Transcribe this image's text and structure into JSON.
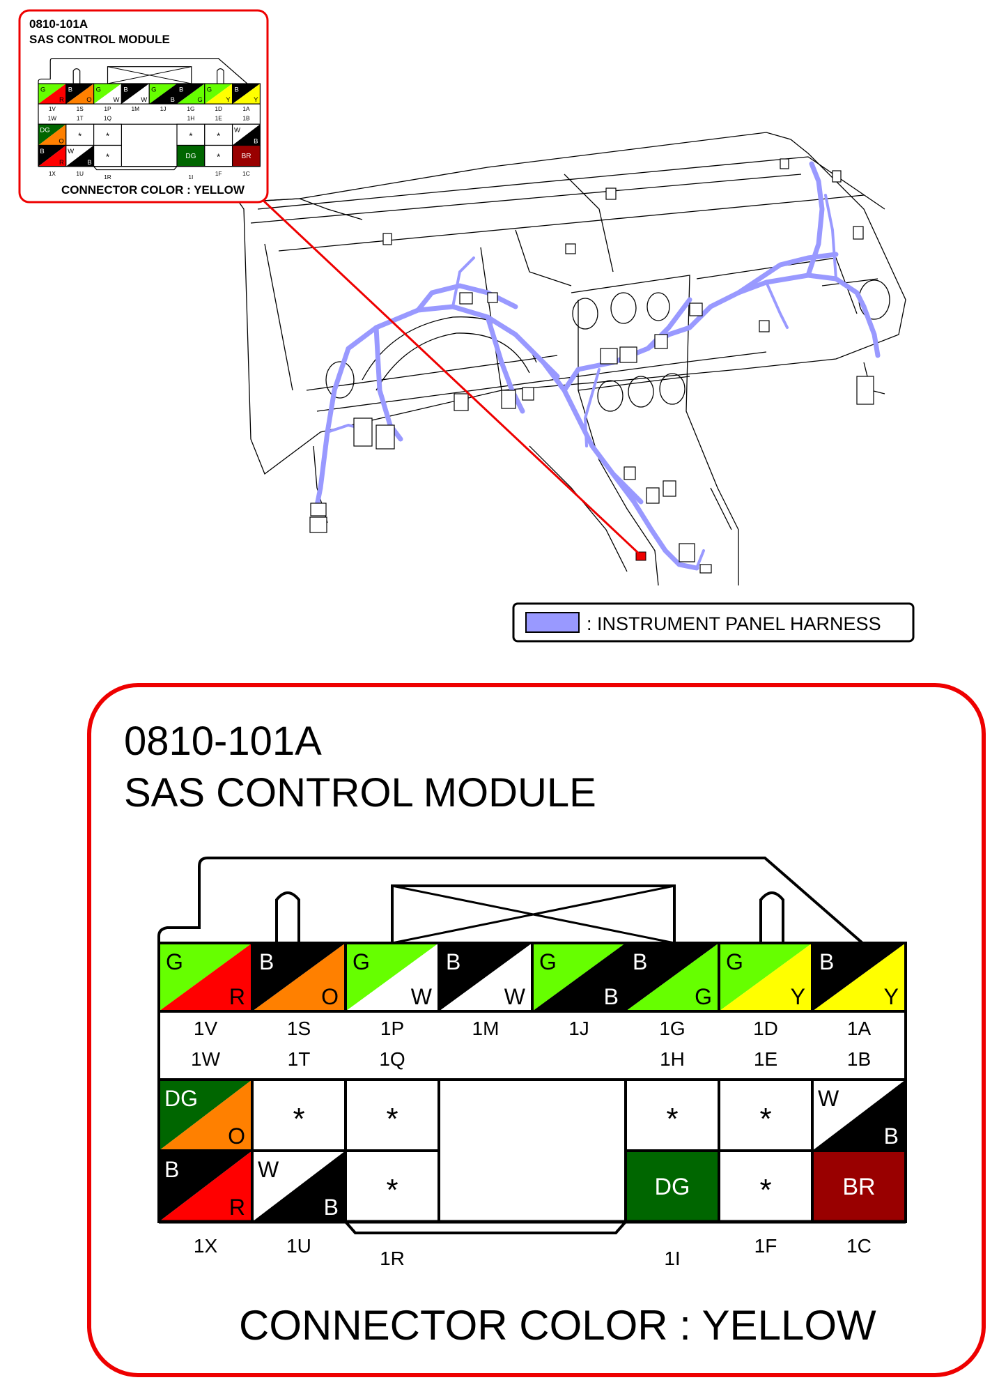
{
  "colors": {
    "G": "#66ff00",
    "R": "#ff0000",
    "O": "#ff8000",
    "W": "#ffffff",
    "B": "#000000",
    "Y": "#ffff00",
    "DG": "#006600",
    "BR": "#990000",
    "harness": "#9999ff",
    "callout_border": "#ee0000",
    "pointer_line": "#ee0000"
  },
  "connector": {
    "code": "0810-101A",
    "name": "SAS CONTROL MODULE",
    "connector_color_text": "CONNECTOR COLOR : YELLOW",
    "top_row": [
      {
        "top": "G",
        "bottom": "R"
      },
      {
        "top": "B",
        "bottom": "O"
      },
      {
        "top": "G",
        "bottom": "W"
      },
      {
        "top": "B",
        "bottom": "W"
      },
      {
        "top": "G",
        "bottom": "B"
      },
      {
        "top": "B",
        "bottom": "G"
      },
      {
        "top": "G",
        "bottom": "Y"
      },
      {
        "top": "B",
        "bottom": "Y"
      }
    ],
    "pin_rows": [
      [
        "1V",
        "1S",
        "1P",
        "1M",
        "1J",
        "1G",
        "1D",
        "1A"
      ],
      [
        "1W",
        "1T",
        "1Q",
        "",
        "",
        "1H",
        "1E",
        "1B"
      ]
    ],
    "left_block": {
      "r1": [
        {
          "kind": "split",
          "top": "DG",
          "bottom": "O"
        },
        {
          "kind": "star",
          "text": "*"
        },
        {
          "kind": "star",
          "text": "*"
        }
      ],
      "r2": [
        {
          "kind": "split",
          "top": "B",
          "bottom": "R"
        },
        {
          "kind": "split",
          "top": "W",
          "bottom": "B"
        },
        {
          "kind": "star",
          "text": "*"
        }
      ]
    },
    "right_block": {
      "r1": [
        {
          "kind": "star",
          "text": "*"
        },
        {
          "kind": "star",
          "text": "*"
        },
        {
          "kind": "split",
          "top": "W",
          "bottom": "B"
        }
      ],
      "r2": [
        {
          "kind": "solid",
          "text": "DG",
          "color": "DG"
        },
        {
          "kind": "star",
          "text": "*"
        },
        {
          "kind": "solid",
          "text": "BR",
          "color": "BR"
        }
      ]
    },
    "bottom_pins": [
      "1X",
      "1U",
      "1R",
      "1I",
      "1F",
      "1C"
    ]
  },
  "legend": {
    "text": ": INSTRUMENT PANEL HARNESS"
  }
}
